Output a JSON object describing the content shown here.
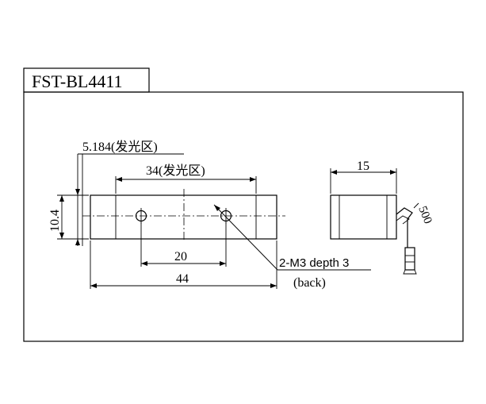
{
  "drawing": {
    "model_label": "FST-BL4411",
    "dims": {
      "emitting_width": "5.184(发光区)",
      "emitting_length": "34(发光区)",
      "height": "10.4",
      "hole_spacing": "20",
      "total_length": "44",
      "side_width": "15",
      "cable_length": "500"
    },
    "notes": {
      "thread": "2-M3 depth 3",
      "back": "(back)"
    }
  }
}
